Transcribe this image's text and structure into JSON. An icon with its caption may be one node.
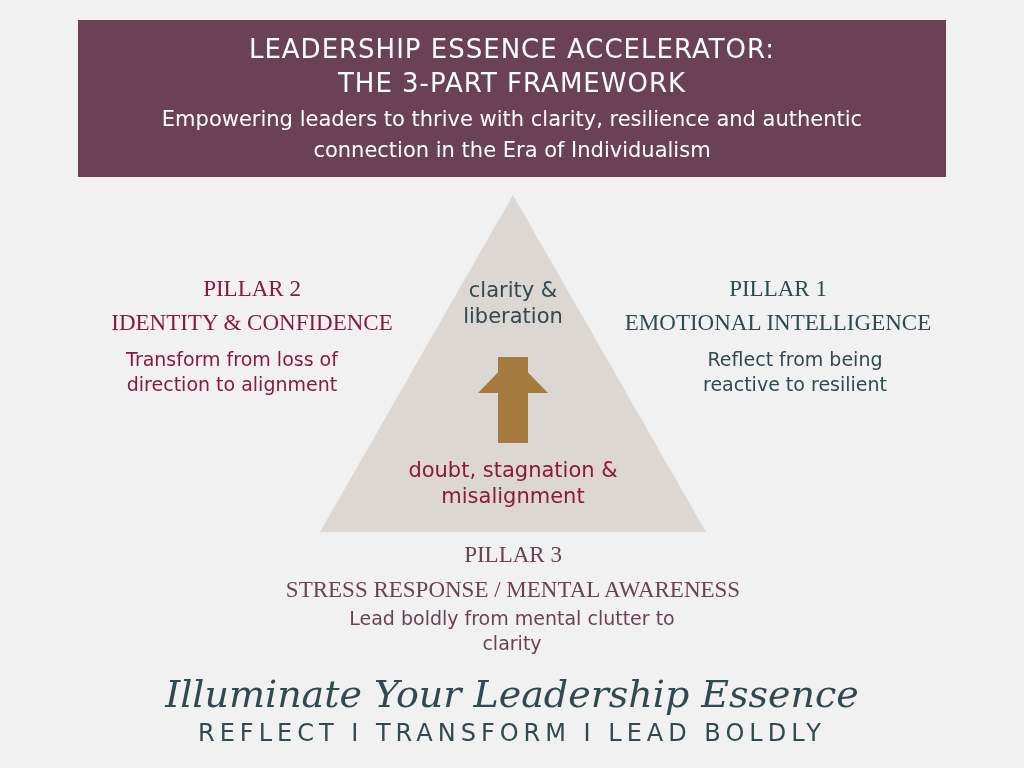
{
  "diagram": {
    "nodes": [
      {
        "text": [
          "LEADERSHIP ESSENCE ACCELERATOR: THE 3-PART FRAMEWORK",
          "Empowering leaders to thrive with clarity, resilience and authentic connection in the Era of Individualism"
        ]
      },
      {
        "text": [],
        "shape": "triangle"
      },
      {
        "text": [
          "clarity & liberation"
        ],
        "in": 1
      },
      {
        "text": [
          "doubt, stagnation & misalignment"
        ],
        "in": 1
      }
    ],
    "edges": [
      {
        "from": 3,
        "to": 2,
        "arrow": "to"
      }
    ],
    "labels": [
      "PILLAR 2",
      "IDENTITY & CONFIDENCE",
      "Transform from loss of direction to alignment",
      "PILLAR 1",
      "EMOTIONAL INTELLIGENCE",
      "Reflect from being reactive to resilient",
      "PILLAR 3",
      "STRESS RESPONSE / MENTAL AWARENESS",
      "Lead boldly from mental clutter to clarity",
      "Illuminate Your Leadership Essence",
      "REFLECT I TRANSFORM I LEAD BOLDLY"
    ]
  }
}
